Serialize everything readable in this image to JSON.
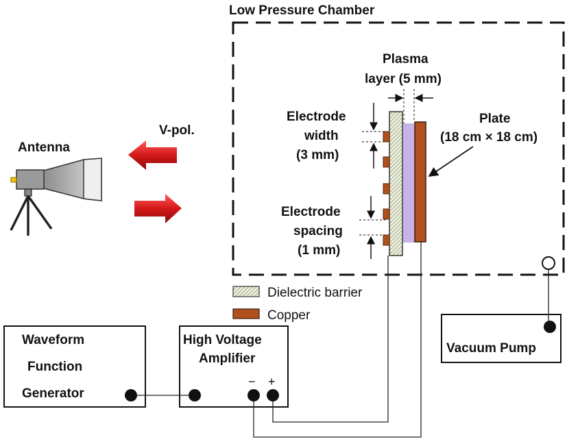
{
  "chamber": {
    "title": "Low Pressure Chamber"
  },
  "antenna": {
    "label": "Antenna",
    "polarization": "V-pol."
  },
  "plasma_layer": {
    "line1": "Plasma",
    "line2_prefix": "layer (5 ",
    "line2_unit": "mm",
    "line2_suffix": ")"
  },
  "electrode_width": {
    "line1": "Electrode",
    "line2": "width",
    "line3_prefix": "(3 ",
    "line3_unit": "mm",
    "line3_suffix": ")"
  },
  "electrode_spacing": {
    "line1": "Electrode",
    "line2": "spacing",
    "line3_prefix": "(1 ",
    "line3_unit": "mm",
    "line3_suffix": ")"
  },
  "plate": {
    "line1": "Plate",
    "line2": "(18 cm × 18 cm)"
  },
  "legend": {
    "dielectric": "Dielectric barrier",
    "copper": "Copper"
  },
  "devices": {
    "waveform_generator": [
      "Waveform",
      "Function",
      "Generator"
    ],
    "amplifier": [
      "High Voltage",
      "Amplifier"
    ],
    "amp_minus": "−",
    "amp_plus": "+",
    "vacuum_pump": "Vacuum Pump"
  },
  "colors": {
    "copper": "#b0501e",
    "plasma": "#c7b3e6",
    "dielectric_fill": "#eef0e0",
    "arrow_red": "#d42020"
  }
}
